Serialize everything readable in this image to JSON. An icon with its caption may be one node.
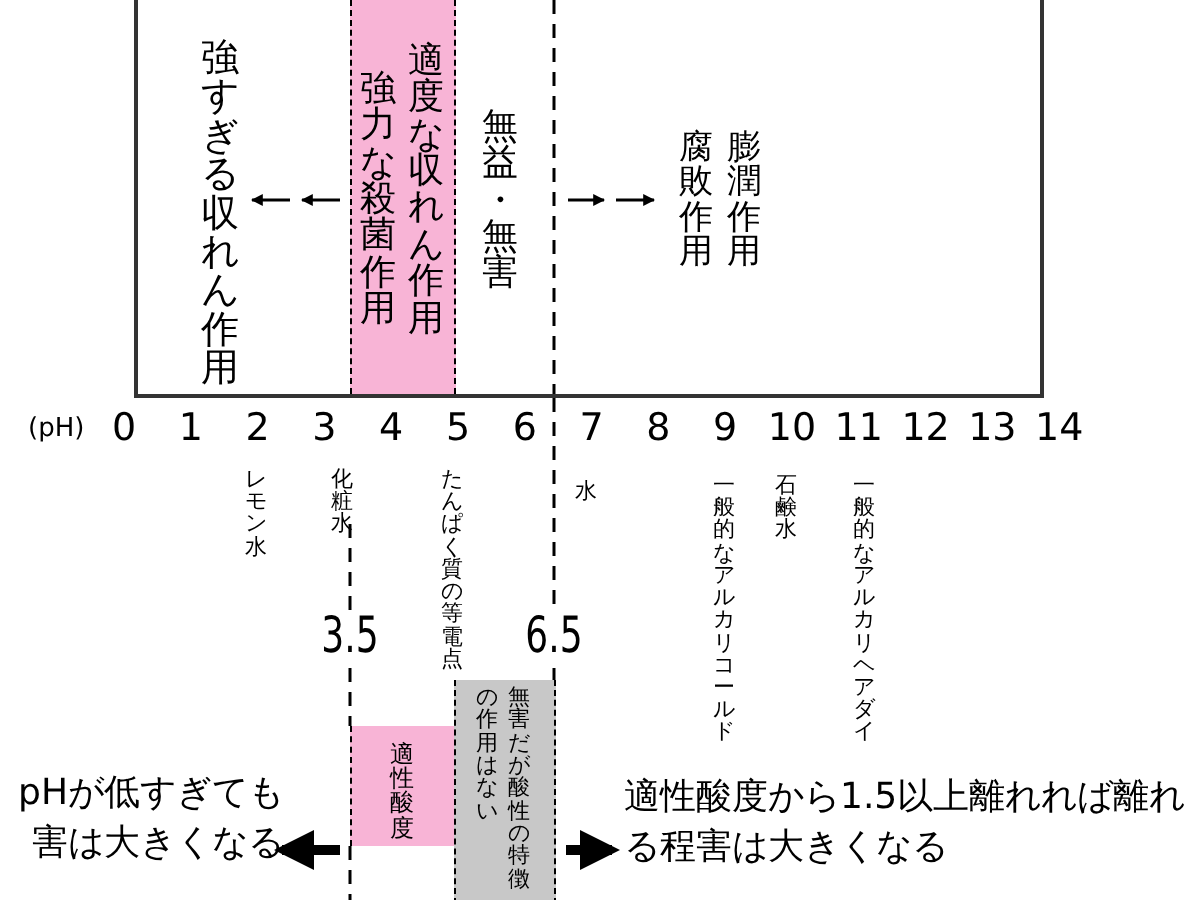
{
  "diagram": {
    "nodes": [
      {
        "text": [],
        "shape": "box"
      },
      {
        "text": [
          "強力な殺菌作用",
          "適度な収れん作用"
        ],
        "in": 0
      },
      {
        "text": [
          "適性酸度"
        ]
      },
      {
        "text": [
          "無害だが酸性の特徴の作用はない"
        ]
      }
    ],
    "labels": [
      "強すぎる収れん作用",
      "無益・無害",
      "腐敗作用",
      "膨潤作用",
      "(pH)",
      "0",
      "1",
      "2",
      "3",
      "4",
      "5",
      "6",
      "7",
      "8",
      "9",
      "10",
      "11",
      "12",
      "13",
      "14",
      "レモン水",
      "化粧水",
      "たんぱく質の等電点",
      "水",
      "一般的なアルカリコールド",
      "石鹸水",
      "一般的なアルカリヘアダイ",
      "3.5",
      "6.5",
      "pHが低すぎても害は大きくなる",
      "適性酸度から1.5以上離れれば離れる程害は大きくなる"
    ]
  }
}
